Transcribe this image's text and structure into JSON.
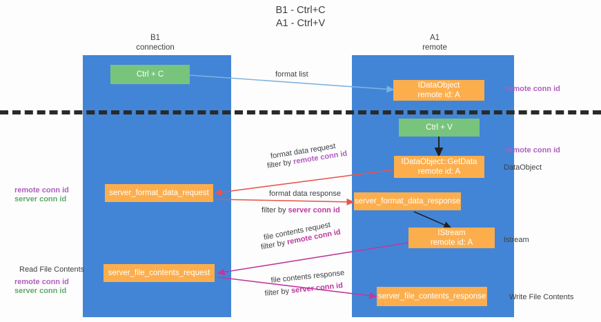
{
  "title": "B1 - Ctrl+C\nA1 - Ctrl+V",
  "lanes": [
    {
      "header": "B1\nconnection",
      "name": "b1-connection"
    },
    {
      "header": "A1\nremote",
      "name": "a1-remote"
    }
  ],
  "nodes": {
    "ctrl_c": "Ctrl + C",
    "ctrl_v": "Ctrl + V",
    "idataobject": "IDataObject\nremote id: A",
    "idataobject_getdata": "IDataObject::GetData\nremote id: A",
    "istream": "IStream\nremote id: A",
    "server_format_data_request": "server_format_data_request",
    "server_format_data_response": "server_format_data_response",
    "server_file_contents_request": "server_file_contents_request",
    "server_file_contents_response": "server_file_contents_response"
  },
  "edge_labels": {
    "format_list": "format list",
    "format_data_request": "format data request",
    "format_data_request_filter_prefix": "filter by ",
    "format_data_request_filter_key": "remote conn id",
    "format_data_response": "format data response",
    "format_data_response_filter_prefix": "filter by ",
    "format_data_response_filter_key": "server conn id",
    "file_contents_request": "file contents request",
    "file_contents_request_filter_prefix": "filter by ",
    "file_contents_request_filter_key": "remote conn id",
    "file_contents_response": "file contents response",
    "file_contents_response_filter_prefix": "filter by ",
    "file_contents_response_filter_key": "server conn id"
  },
  "annotations": {
    "remote_conn_id_top": "remote conn id",
    "remote_conn_id_mid": "remote conn id",
    "dataobject": "DataObject",
    "istream_label": "Istream",
    "write_file_contents": "Write File Contents",
    "read_file_contents": "Read File Contents",
    "left_mid_remote": "remote conn id",
    "left_mid_server": "server conn id",
    "left_bottom_remote": "remote conn id",
    "left_bottom_server": "server conn id"
  },
  "colors": {
    "lane": "#4285d6",
    "green_node": "#78c47c",
    "orange_node": "#fcae4d",
    "purple": "#b05ec0",
    "green_text": "#5fa96a",
    "magenta": "#c0389e",
    "red_arrow": "#e8554d",
    "blue_arrow": "#7fb3e0",
    "black_arrow": "#222222",
    "separator": "#2a2a2a"
  }
}
